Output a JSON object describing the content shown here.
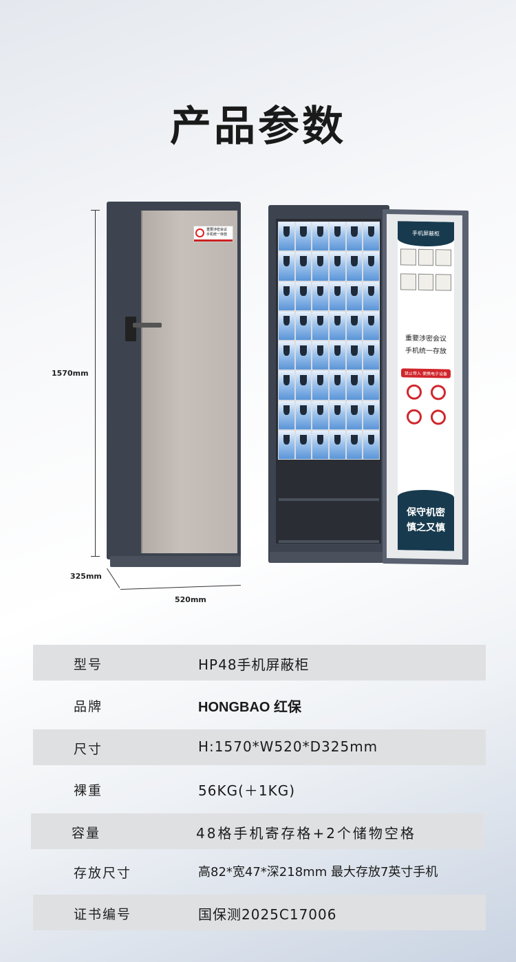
{
  "title": "产品参数",
  "dimensions": {
    "height": "1570mm",
    "depth": "325mm",
    "width": "520mm"
  },
  "front_sticker": {
    "line1": "重要涉密会议",
    "line2": "手机统一存放"
  },
  "poster": {
    "header": "手机屏蔽柜",
    "slogan_line1": "重要涉密会议",
    "slogan_line2": "手机统一存放",
    "warning": "禁止带入 便携电子设备",
    "footer_line1": "保守机密",
    "footer_line2": "慎之又慎"
  },
  "compartments": {
    "phone_slots": 48,
    "columns": 6,
    "rows": 8,
    "storage_shelves": 2
  },
  "specs": [
    {
      "label": "型号",
      "value": "HP48手机屏蔽柜"
    },
    {
      "label": "品牌",
      "value": "HONGBAO 红保"
    },
    {
      "label": "尺寸",
      "value": "H:1570*W520*D325mm"
    },
    {
      "label": "裸重",
      "value": "56KG(＋1KG)"
    },
    {
      "label": "容量",
      "value": "48格手机寄存格+2个储物空格"
    },
    {
      "label": "存放尺寸",
      "value": "高82*宽47*深218mm 最大存放7英寸手机"
    },
    {
      "label": "证书编号",
      "value": "国保测2025C17006"
    }
  ]
}
